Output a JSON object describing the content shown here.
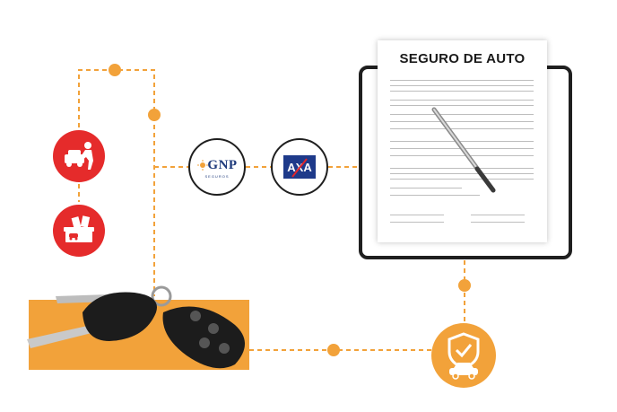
{
  "document": {
    "title": "SEGURO DE AUTO"
  },
  "logos": {
    "gnp": {
      "name": "GNP",
      "subtitle": "SEGUROS",
      "color": "#1e3a7b"
    },
    "axa": {
      "name": "AXA",
      "color": "#1e3a8a",
      "accent": "#e0242a"
    }
  },
  "icons": [
    "car-thief-icon",
    "car-damage-icon",
    "car-keys-icon",
    "shield-car-icon",
    "pen-icon",
    "clipboard-icon"
  ],
  "colors": {
    "orange": "#f2a23a",
    "red": "#e52b2b",
    "dark": "#1f1f1f"
  }
}
